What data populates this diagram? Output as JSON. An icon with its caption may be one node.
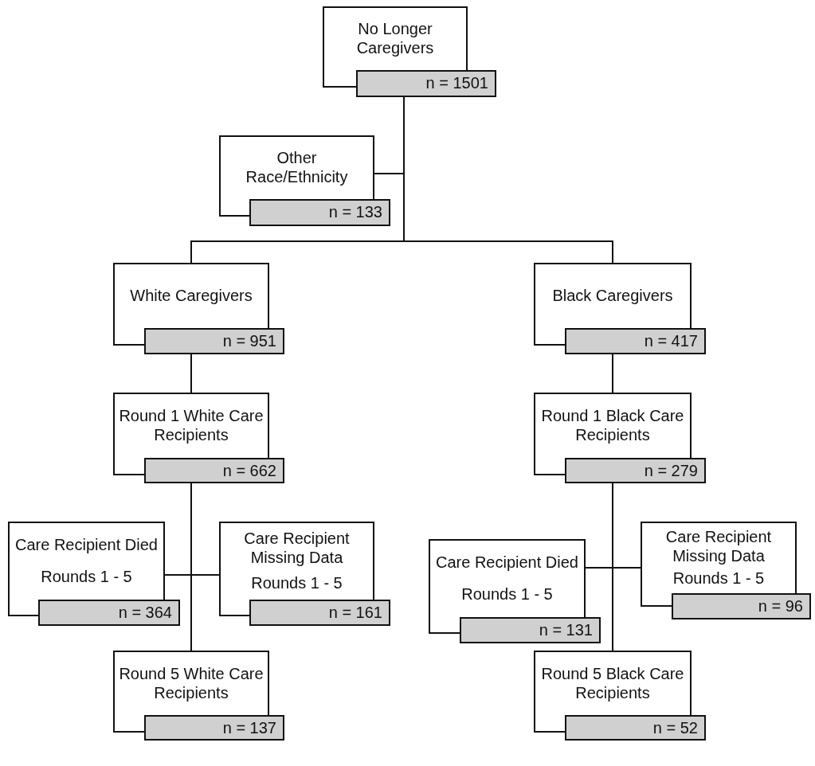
{
  "diagram": {
    "nodes": [
      {
        "text": [
          "No Longer Caregivers",
          "n = 1501"
        ]
      },
      {
        "text": [
          "Other Race/Ethnicity",
          "n = 133"
        ]
      },
      {
        "text": [
          "White Caregivers",
          "n = 951"
        ]
      },
      {
        "text": [
          "Black Caregivers",
          "n = 417"
        ]
      },
      {
        "text": [
          "Round 1 White Care Recipients",
          "n = 662"
        ]
      },
      {
        "text": [
          "Round 1 Black Care Recipients",
          "n = 279"
        ]
      },
      {
        "text": [
          "Care Recipient Died",
          "Rounds 1 - 5",
          "n = 364"
        ]
      },
      {
        "text": [
          "Care Recipient Missing Data",
          "Rounds 1 - 5",
          "n = 161"
        ]
      },
      {
        "text": [
          "Care Recipient Died",
          "Rounds 1 - 5",
          "n = 131"
        ]
      },
      {
        "text": [
          "Care Recipient Missing Data",
          "Rounds 1 - 5",
          "n = 96"
        ]
      },
      {
        "text": [
          "Round 5 White Care Recipients",
          "n = 137"
        ]
      },
      {
        "text": [
          "Round 5 Black Care Recipients",
          "n = 52"
        ]
      }
    ],
    "edges": [
      {
        "from": 0,
        "to": 1,
        "arrow": "none"
      },
      {
        "from": 0,
        "to": 2,
        "arrow": "none"
      },
      {
        "from": 0,
        "to": 3,
        "arrow": "none"
      },
      {
        "from": 2,
        "to": 4,
        "arrow": "none"
      },
      {
        "from": 3,
        "to": 5,
        "arrow": "none"
      },
      {
        "from": 4,
        "to": 6,
        "arrow": "none"
      },
      {
        "from": 4,
        "to": 7,
        "arrow": "none"
      },
      {
        "from": 5,
        "to": 8,
        "arrow": "none"
      },
      {
        "from": 5,
        "to": 9,
        "arrow": "none"
      },
      {
        "from": 4,
        "to": 10,
        "arrow": "none"
      },
      {
        "from": 5,
        "to": 11,
        "arrow": "none"
      }
    ]
  }
}
